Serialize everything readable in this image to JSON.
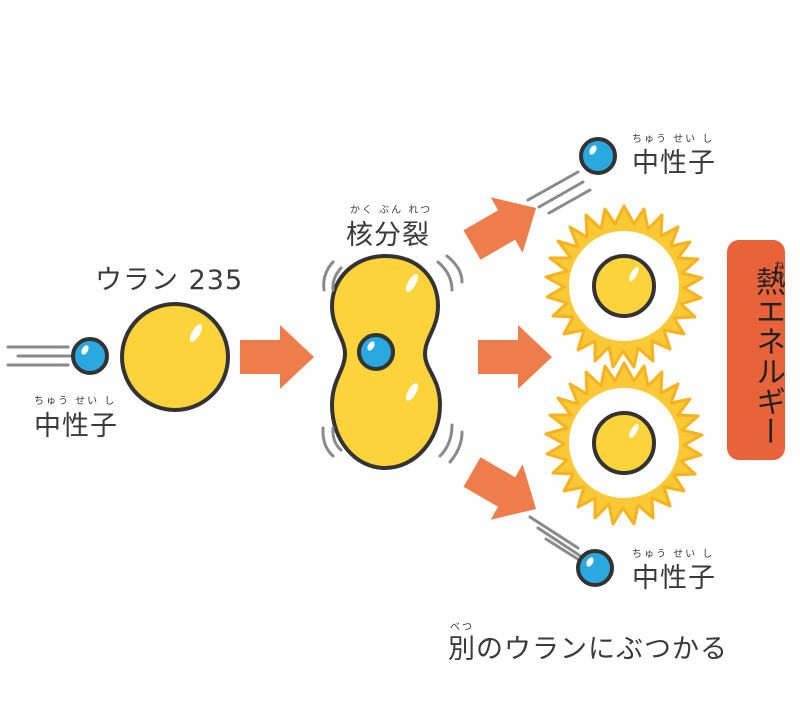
{
  "labels": {
    "uranium": "ウラン 235",
    "neutron": "中性子",
    "neutron_ruby": "ちゅう せい し",
    "fission": "核分裂",
    "fission_ruby": "かく ぶん れつ",
    "heat": "熱エネルギー",
    "heat_ruby": "ねつ",
    "hit_other_main": "別のウランにぶつかる",
    "hit_other_ruby": "べつ"
  },
  "colors": {
    "nucleus": "#fdd33c",
    "neutron": "#2aa8e0",
    "arrow": "#ef7d4b",
    "outline": "#333333",
    "heat_box": "#e8623a",
    "sun": "#fbc936",
    "sun_rays": "#f6b21f",
    "speed_lines": "#8a8a8a"
  }
}
